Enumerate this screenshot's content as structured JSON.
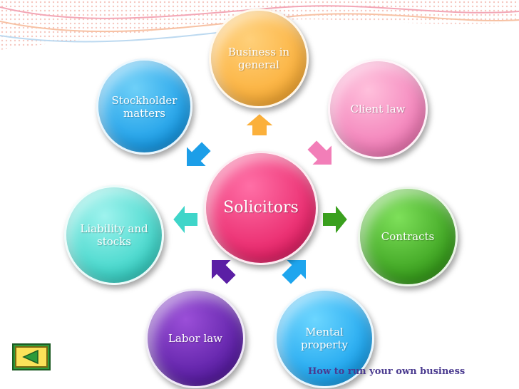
{
  "diagram": {
    "center": "Solicitors",
    "nodes": {
      "top": [
        "Business in",
        "general"
      ],
      "stockholder": [
        "Stockholder",
        "matters"
      ],
      "client": [
        "Client law"
      ],
      "liability": [
        "Liability and",
        "stocks"
      ],
      "contracts": [
        "Contracts"
      ],
      "labor": [
        "Labor law"
      ],
      "mental": [
        "Mental",
        "property"
      ]
    }
  },
  "footer": {
    "text": "How to run your own business"
  },
  "colors": {
    "center": "#e8276b",
    "top": "#fbb03b",
    "stockholder": "#1c9ee8",
    "client": "#f27eb8",
    "liability": "#3fd5c9",
    "contracts": "#3aa01e",
    "labor": "#5b1fa5",
    "mental": "#1ea5ee",
    "footer_text": "#4a3a8f",
    "nav_button": "#2e9a3a"
  },
  "icons": {
    "nav_back": "back-arrow-icon"
  }
}
